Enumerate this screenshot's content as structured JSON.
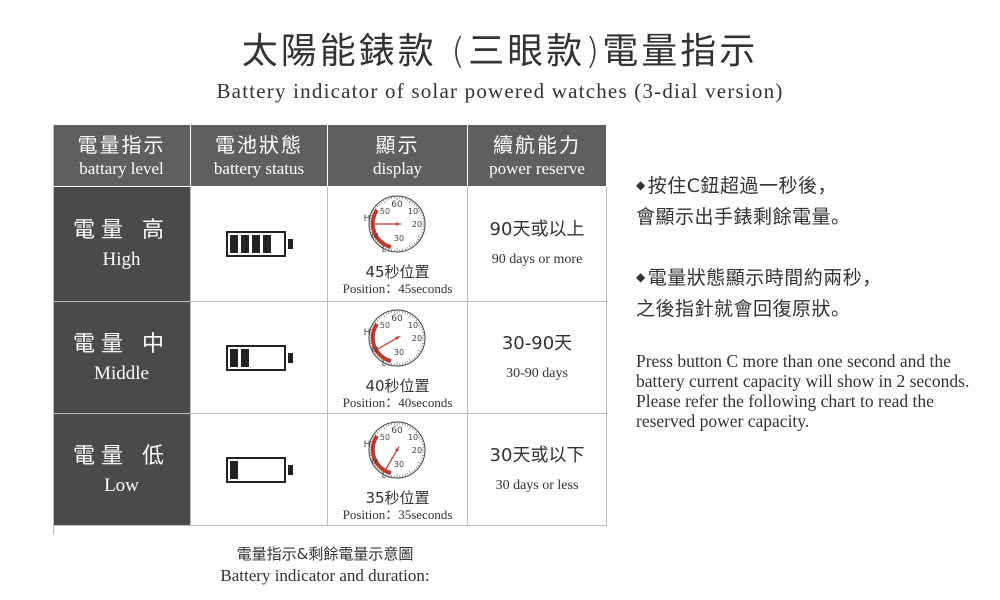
{
  "title": "太陽能錶款 (三眼款)電量指示",
  "subtitle": "Battery indicator of solar powered watches (3-dial version)",
  "table": {
    "headers": [
      {
        "zh": "電量指示",
        "en": "battary level"
      },
      {
        "zh": "電池狀態",
        "en": "battery status"
      },
      {
        "zh": "顯示",
        "en": "display"
      },
      {
        "zh": "續航能力",
        "en": "power reserve"
      }
    ],
    "rows": [
      {
        "level_zh": "電量 高",
        "level_en": "High",
        "battery_bars": 4,
        "dial_seconds": 45,
        "dial_marks": {
          "m60": "60",
          "m50": "50",
          "m10": "10",
          "m20": "20",
          "m30": "30",
          "h": "H",
          "m": "M",
          "l": "L"
        },
        "position_zh": "45秒位置",
        "position_en": "Position：45seconds",
        "reserve_zh": "90天或以上",
        "reserve_en": "90 days or more"
      },
      {
        "level_zh": "電量 中",
        "level_en": "Middle",
        "battery_bars": 2,
        "dial_seconds": 40,
        "dial_marks": {
          "m60": "60",
          "m50": "50",
          "m10": "10",
          "m20": "20",
          "m30": "30",
          "h": "H",
          "m": "M",
          "l": "L"
        },
        "position_zh": "40秒位置",
        "position_en": "Position：40seconds",
        "reserve_zh": "30-90天",
        "reserve_en": "30-90 days"
      },
      {
        "level_zh": "電量 低",
        "level_en": "Low",
        "battery_bars": 1,
        "dial_seconds": 35,
        "dial_marks": {
          "m60": "60",
          "m50": "50",
          "m10": "10",
          "m20": "20",
          "m30": "30",
          "h": "H",
          "m": "M",
          "l": "L"
        },
        "position_zh": "35秒位置",
        "position_en": "Position：35seconds",
        "reserve_zh": "30天或以下",
        "reserve_en": "30 days or less"
      }
    ]
  },
  "caption": {
    "zh": "電量指示&剩餘電量示意圖",
    "en": "Battery indicator and duration:"
  },
  "notes": {
    "bullet": "◆",
    "note1_line1": "按住C鈕超過一秒後，",
    "note1_line2": "會顯示出手錶剩餘電量。",
    "note2_line1": "電量狀態顯示時間約兩秒，",
    "note2_line2": "之後指針就會回復原狀。",
    "english": "Press button C more than one second and the battery current capacity will show in 2 seconds. Please refer the following chart to read the reserved power capacity."
  },
  "colors": {
    "header_bg": "#5f5f5f",
    "level_bg": "#4a4a4a",
    "hand_red": "#c0392b"
  }
}
